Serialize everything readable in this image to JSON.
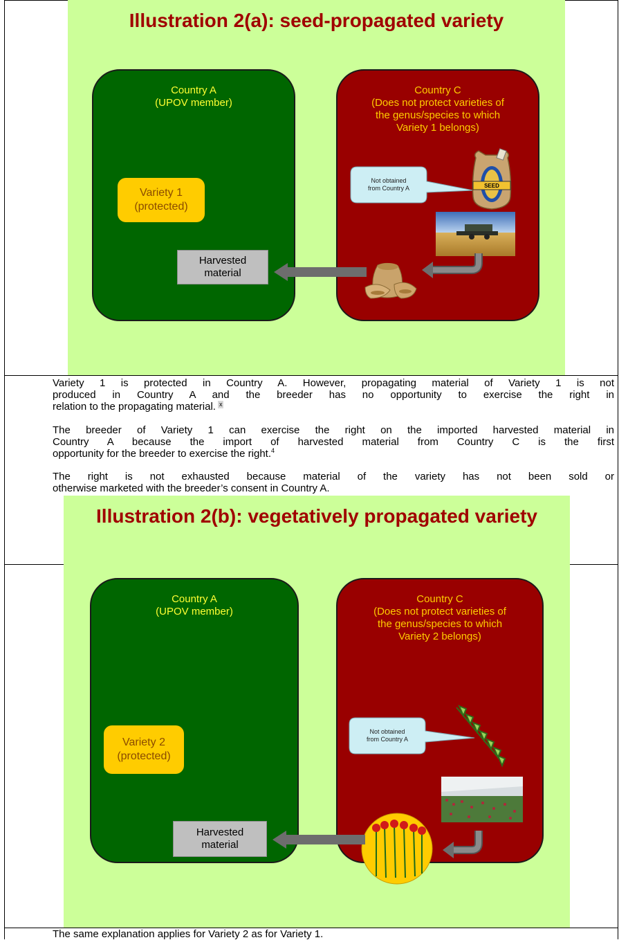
{
  "illustration_a": {
    "title": "Illustration 2(a):  seed-propagated variety",
    "country_a": {
      "name": "Country A",
      "note": "(UPOV member)"
    },
    "country_c": {
      "name": "Country C",
      "note_lines": [
        "(Does not protect varieties of",
        "the genus/species to which",
        "Variety 1 belongs)"
      ]
    },
    "variety": {
      "line1": "Variety 1",
      "line2": "(protected)"
    },
    "harvested": {
      "line1": "Harvested",
      "line2": "material"
    },
    "bubble": {
      "line1": "Not obtained",
      "line2": "from Country A"
    },
    "seed_label": "SEED"
  },
  "paragraphs_a": {
    "p1": {
      "l1": "Variety 1 is protected in Country A.  However, propagating material of Variety 1 is not",
      "l2": "produced in Country A and the breeder has no opportunity to exercise the right in",
      "l3": "relation to the propagating material.",
      "mark": "x"
    },
    "p2": {
      "l1": "The breeder of Variety 1 can exercise the right on the imported harvested material in",
      "l2": "Country A because the import of harvested material from Country C is the first",
      "l3": "opportunity for the breeder to exercise the right.",
      "footnote": "4"
    },
    "p3": {
      "l1": "The right is not exhausted because material of the variety has not been sold or",
      "l2": "otherwise marketed with the breeder’s consent in Country A."
    }
  },
  "illustration_b": {
    "title": "Illustration 2(b):  vegetatively propagated variety",
    "country_a": {
      "name": "Country A",
      "note": "(UPOV member)"
    },
    "country_c": {
      "name": "Country C",
      "note_lines": [
        "(Does not protect varieties of",
        "the genus/species to which",
        "Variety 2 belongs)"
      ]
    },
    "variety": {
      "line1": "Variety 2",
      "line2": "(protected)"
    },
    "harvested": {
      "line1": "Harvested",
      "line2": "material"
    },
    "bubble": {
      "line1": "Not obtained",
      "line2": "from Country A"
    }
  },
  "paragraph_b": "The same explanation applies for Variety 2 as for Variety 1.",
  "colors": {
    "slide_bg": "#ccff99",
    "title": "#a00000",
    "country_a_box": "#006600",
    "country_c_box": "#990000",
    "country_a_text": "#ffff33",
    "country_c_text": "#ffcc00",
    "variety_box": "#ffcc00",
    "harvested_box": "#bfbfbf",
    "bubble": "#cdeef4",
    "arrow": "#6d6d6d"
  }
}
